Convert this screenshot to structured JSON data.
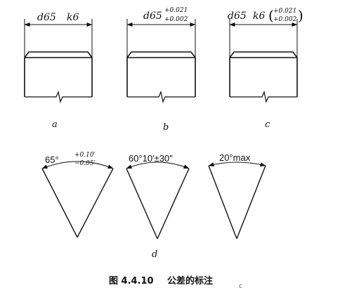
{
  "figure": {
    "caption": {
      "number": "图 4.4.10",
      "title": "公差的标注",
      "trailing_mark": "c"
    },
    "panels": [
      {
        "id": "a",
        "label": "a",
        "dimension_text": "d65",
        "tolerance_class": "k6"
      },
      {
        "id": "b",
        "label": "b",
        "dimension_text": "d65",
        "upper_deviation": "+0.021",
        "lower_deviation": "+0.002"
      },
      {
        "id": "c",
        "label": "c",
        "dimension_text": "d65",
        "tolerance_class": "k6",
        "upper_deviation": "+0.021",
        "lower_deviation": "+0.002"
      }
    ],
    "angles": {
      "label": "d",
      "items": [
        {
          "id": "angle-1",
          "nominal": "65°",
          "upper_deviation": "+0.10′",
          "lower_deviation": "−0.05′"
        },
        {
          "id": "angle-2",
          "text": "60°10′±30″"
        },
        {
          "id": "angle-3",
          "text": "20°max"
        }
      ]
    }
  }
}
